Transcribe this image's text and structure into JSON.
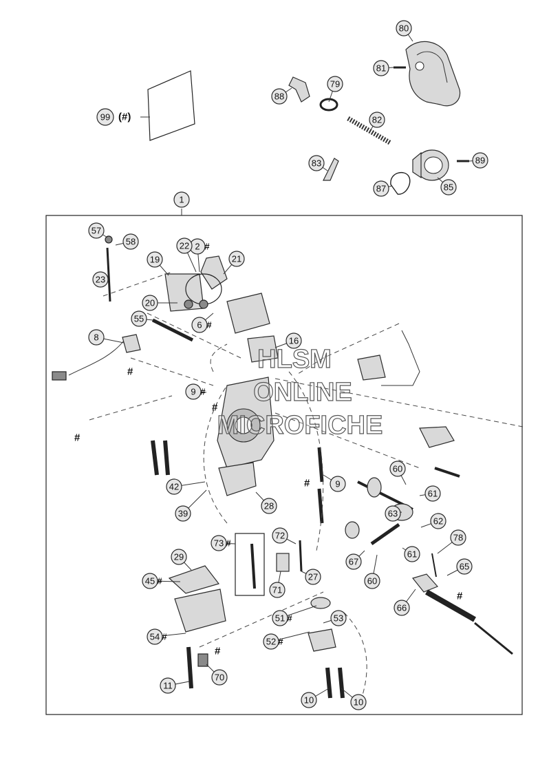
{
  "diagram": {
    "hash_symbol": "#",
    "main_assembly_label": "1",
    "gasket_label": "99 (#)",
    "watermark": [
      "HLSM",
      "ONLINE",
      "MICROFICHE"
    ],
    "callouts": [
      "2",
      "6",
      "8",
      "9",
      "9",
      "10",
      "10",
      "11",
      "16",
      "19",
      "20",
      "21",
      "22",
      "23",
      "27",
      "28",
      "29",
      "39",
      "42",
      "45",
      "51",
      "52",
      "53",
      "54",
      "55",
      "57",
      "58",
      "60",
      "60",
      "61",
      "61",
      "62",
      "63",
      "65",
      "66",
      "67",
      "70",
      "71",
      "72",
      "73",
      "78",
      "79",
      "80",
      "81",
      "82",
      "83",
      "85",
      "87",
      "88",
      "89"
    ]
  }
}
